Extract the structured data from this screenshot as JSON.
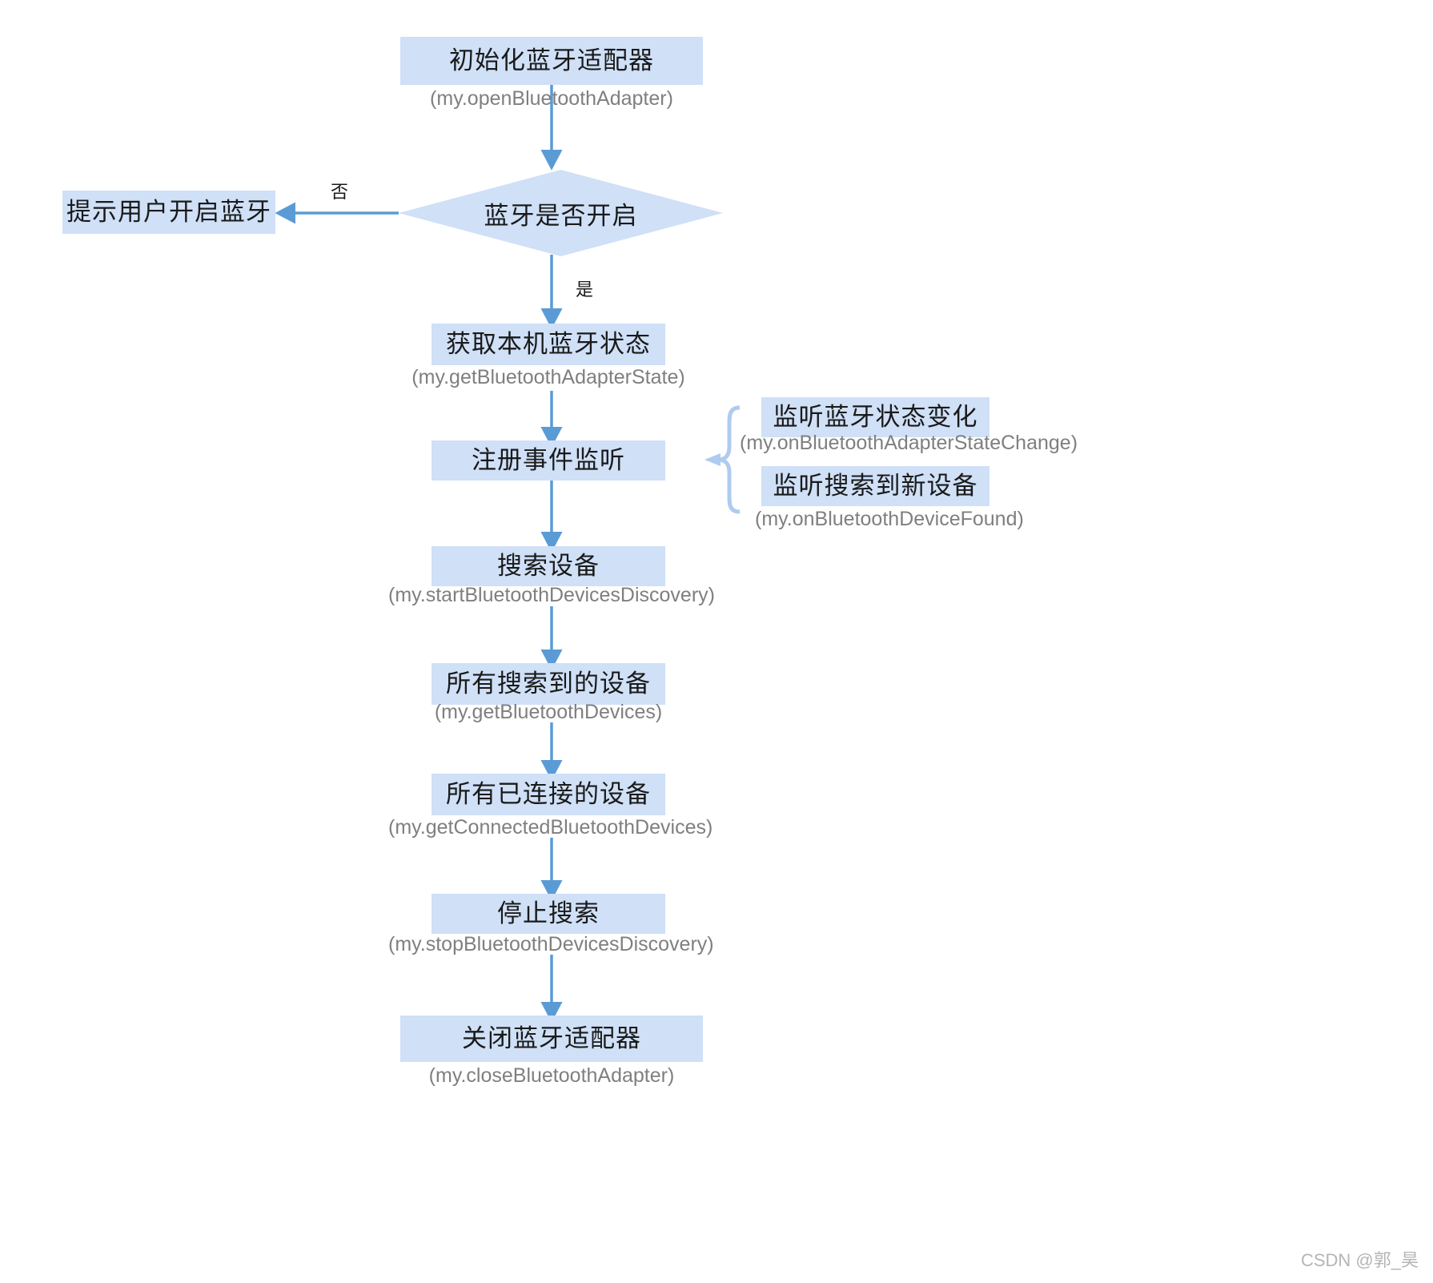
{
  "diagram": {
    "title": "蓝牙流程图",
    "colors": {
      "node_fill": "#cfe0f7",
      "arrow": "#5b9bd5",
      "brace": "#aecbf0",
      "node_text": "#1a1a1a",
      "caption_text": "#7f7f7f",
      "background": "#ffffff"
    },
    "nodes": [
      {
        "id": "init-adapter",
        "label": "初始化蓝牙适配器",
        "caption": "(my.openBluetoothAdapter)",
        "shape": "rect"
      },
      {
        "id": "bluetooth-enabled",
        "label": "蓝牙是否开启",
        "caption": "",
        "shape": "diamond"
      },
      {
        "id": "prompt-user",
        "label": "提示用户开启蓝牙",
        "caption": "",
        "shape": "rect"
      },
      {
        "id": "get-adapter-state",
        "label": "获取本机蓝牙状态",
        "caption": "(my.getBluetoothAdapterState)",
        "shape": "rect"
      },
      {
        "id": "register-listeners",
        "label": "注册事件监听",
        "caption": "",
        "shape": "rect"
      },
      {
        "id": "listen-state-change",
        "label": "监听蓝牙状态变化",
        "caption": "(my.onBluetoothAdapterStateChange)",
        "shape": "rect"
      },
      {
        "id": "listen-device-found",
        "label": "监听搜索到新设备",
        "caption": "(my.onBluetoothDeviceFound)",
        "shape": "rect"
      },
      {
        "id": "start-discovery",
        "label": "搜索设备",
        "caption": "(my.startBluetoothDevicesDiscovery)",
        "shape": "rect"
      },
      {
        "id": "all-found-devices",
        "label": "所有搜索到的设备",
        "caption": "(my.getBluetoothDevices)",
        "shape": "rect"
      },
      {
        "id": "all-connected-devices",
        "label": "所有已连接的设备",
        "caption": "(my.getConnectedBluetoothDevices)",
        "shape": "rect"
      },
      {
        "id": "stop-discovery",
        "label": "停止搜索",
        "caption": "(my.stopBluetoothDevicesDiscovery)",
        "shape": "rect"
      },
      {
        "id": "close-adapter",
        "label": "关闭蓝牙适配器",
        "caption": "(my.closeBluetoothAdapter)",
        "shape": "rect"
      }
    ],
    "edge_labels": {
      "no": "否",
      "yes": "是"
    },
    "watermark": "CSDN @郭_昊"
  }
}
